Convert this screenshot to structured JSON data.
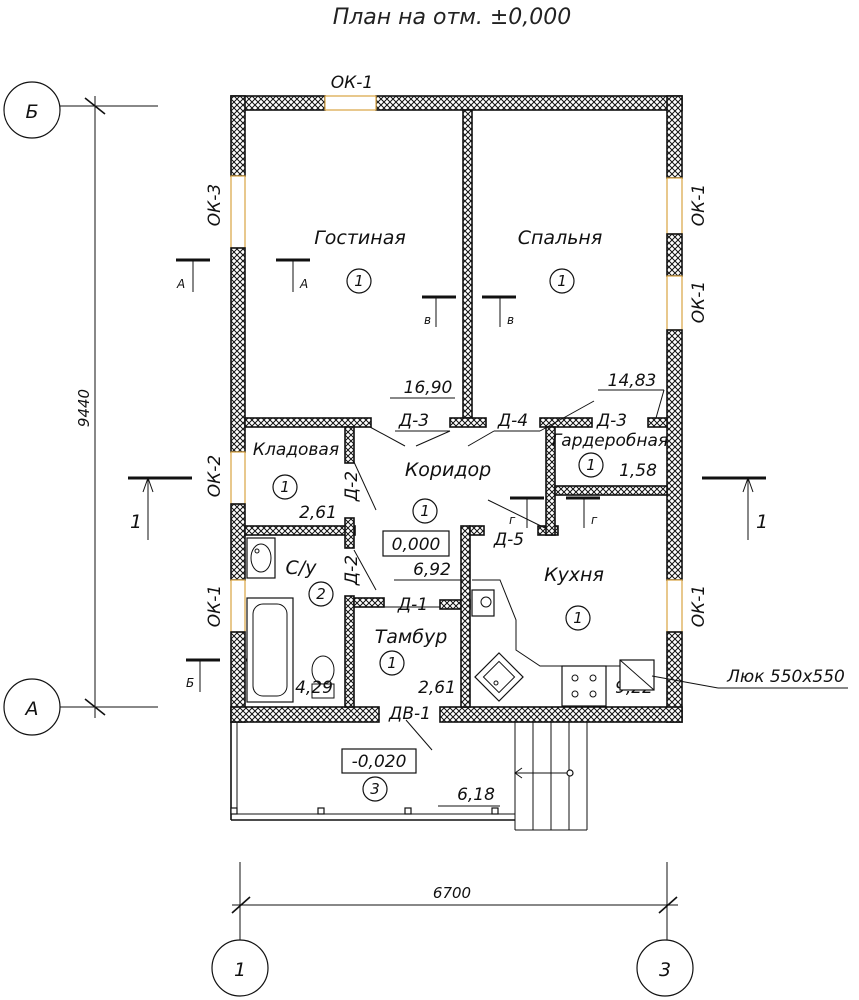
{
  "title": "План на отм. ±0,000",
  "axes": {
    "horizontal": [
      "Б",
      "А"
    ],
    "vertical": [
      "1",
      "3"
    ]
  },
  "dimensions": {
    "height": "9440",
    "width": "6700"
  },
  "rooms": [
    {
      "name": "Гостиная",
      "marker": "1",
      "area": "16,90"
    },
    {
      "name": "Спальня",
      "marker": "1",
      "area": "14,83"
    },
    {
      "name": "Кладовая",
      "marker": "1",
      "area": "2,61"
    },
    {
      "name": "Коридор",
      "marker": "1",
      "area": "6,92"
    },
    {
      "name": "Гардеробная",
      "marker": "1",
      "area": "1,58"
    },
    {
      "name": "С/у",
      "marker": "2",
      "area": "4,29"
    },
    {
      "name": "Тамбур",
      "marker": "1",
      "area": "2,61"
    },
    {
      "name": "Кухня",
      "marker": "1",
      "area": "9,22"
    },
    {
      "name": "",
      "marker": "3",
      "area": "6,18"
    }
  ],
  "levels": {
    "floor": "0,000",
    "porch": "-0,020"
  },
  "windows": {
    "top": "ОК-1",
    "left_top": "ОК-3",
    "left_mid": "ОК-2",
    "left_bottom": "ОК-1",
    "right_top1": "ОК-1",
    "right_top2": "ОК-1",
    "right_bottom": "ОК-1"
  },
  "doors": {
    "living": "Д-3",
    "bedroom": "Д-4",
    "wardrobe": "Д-3",
    "storage": "Д-2",
    "bathroom": "Д-2",
    "kitchen": "Д-5",
    "vestibule": "Д-1",
    "entrance": "ДВ-1"
  },
  "sections": {
    "a": "А",
    "b": "Б",
    "v": "в",
    "g": "г",
    "one": "1"
  },
  "hatch_note": "Люк 550х550"
}
